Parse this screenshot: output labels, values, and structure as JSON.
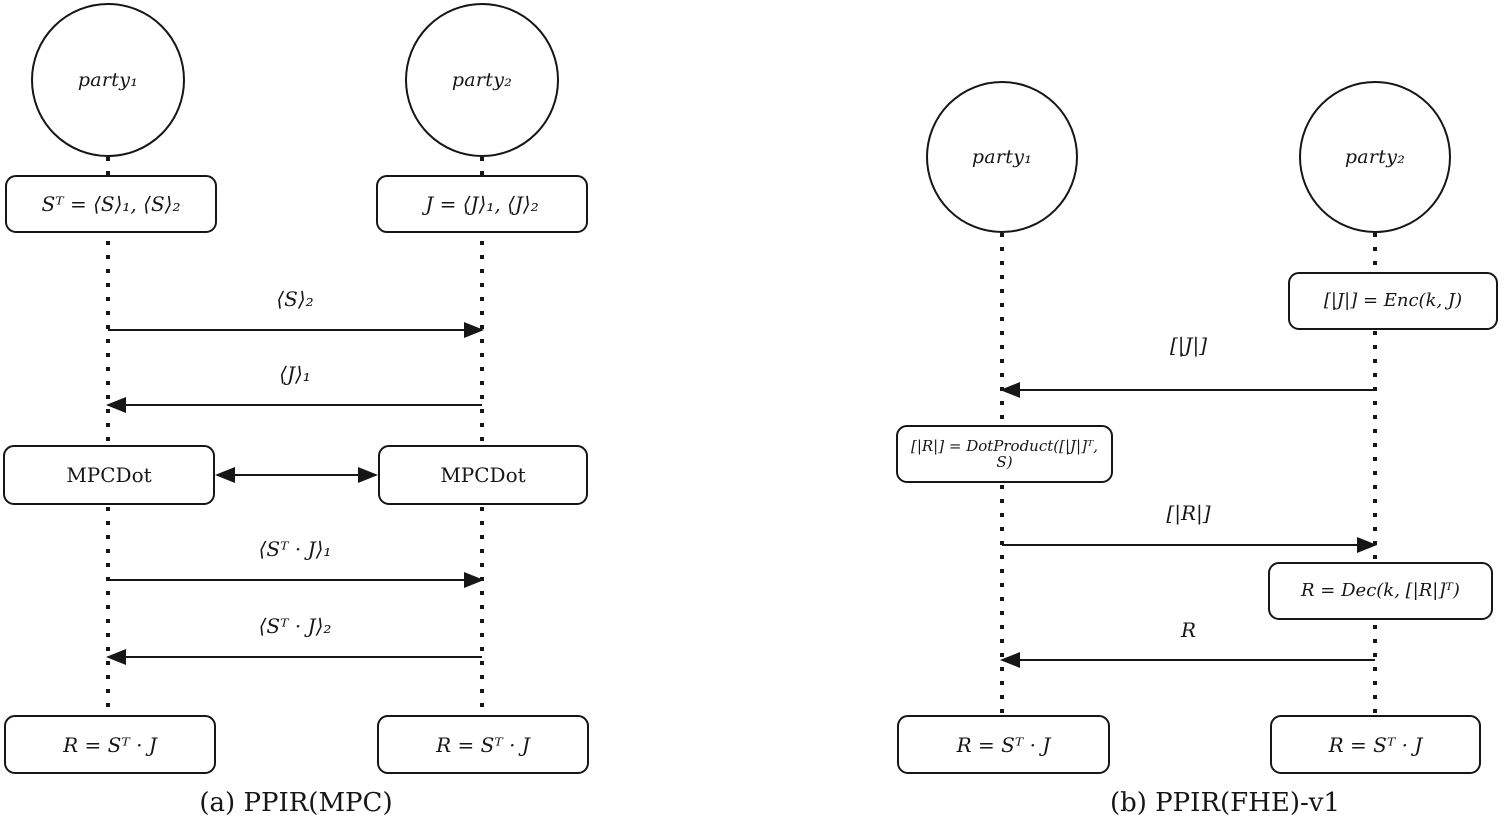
{
  "figure": {
    "type": "sequence-diagram-pair",
    "description_visible_text_only": true
  },
  "colors": {
    "ink": "#161616",
    "background": "#ffffff"
  },
  "left": {
    "caption": "(a) PPIR(MPC)",
    "party1": "party₁",
    "party2": "party₂",
    "init1": "Sᵀ = ⟨S⟩₁, ⟨S⟩₂",
    "init2": "J = ⟨J⟩₁, ⟨J⟩₂",
    "msg_s2": "⟨S⟩₂",
    "msg_j1": "⟨J⟩₁",
    "mpcdot1": "MPCDot",
    "mpcdot2": "MPCDot",
    "msg_stj1": "⟨Sᵀ · J⟩₁",
    "msg_stj2": "⟨Sᵀ · J⟩₂",
    "result1": "R = Sᵀ · J",
    "result2": "R = Sᵀ · J"
  },
  "right": {
    "caption": "(b) PPIR(FHE)-v1",
    "party1": "party₁",
    "party2": "party₂",
    "enc_box": "[|J|] = Enc(k, J)",
    "msg_j": "[|J|]",
    "dotproduct_box": "[|R|] = DotProduct([|J|]ᵀ, S)",
    "msg_r_encrypted": "[|R|]",
    "dec_box": "R = Dec(k, [|R|]ᵀ)",
    "msg_r": "R",
    "result1": "R = Sᵀ · J",
    "result2": "R = Sᵀ · J"
  }
}
